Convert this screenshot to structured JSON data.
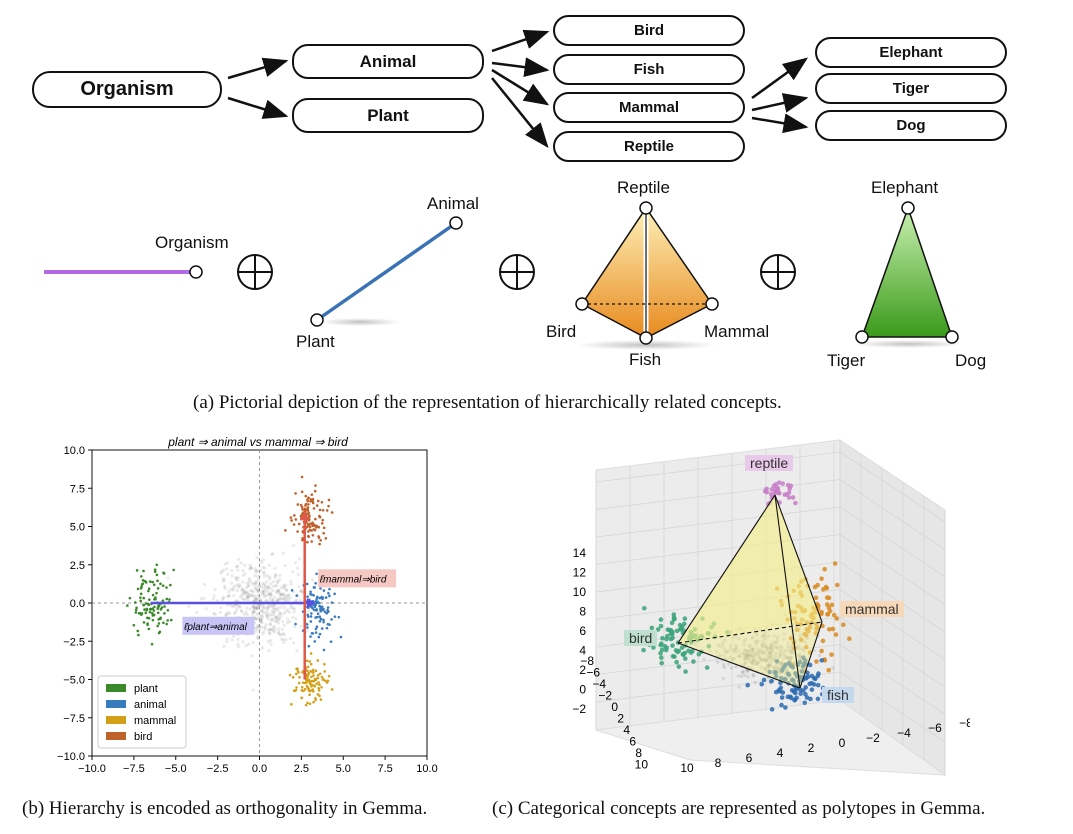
{
  "tree": {
    "root": "Organism",
    "level1": [
      "Animal",
      "Plant"
    ],
    "level2": [
      "Bird",
      "Fish",
      "Mammal",
      "Reptile"
    ],
    "level3": [
      "Elephant",
      "Tiger",
      "Dog"
    ]
  },
  "pictorial": {
    "organism": "Organism",
    "animal": "Animal",
    "plant": "Plant",
    "reptile": "Reptile",
    "bird": "Bird",
    "fish": "Fish",
    "mammal": "Mammal",
    "elephant": "Elephant",
    "tiger": "Tiger",
    "dog": "Dog",
    "oplus": "⊕"
  },
  "captions": {
    "a": "(a) Pictorial depiction of the representation of hierarchically related concepts.",
    "b": "(b) Hierarchy is encoded as orthogonality in Gemma.",
    "c": "(c) Categorical concepts are represented as polytopes in Gemma."
  },
  "chart_data": [
    {
      "type": "scatter",
      "title": "plant ⇒ animal vs mammal ⇒ bird",
      "xlim": [
        -10,
        10
      ],
      "ylim": [
        -10,
        10
      ],
      "xticks": [
        "−10.0",
        "−7.5",
        "−5.0",
        "−2.5",
        "0.0",
        "2.5",
        "5.0",
        "7.5",
        "10.0"
      ],
      "yticks": [
        "10.0",
        "7.5",
        "5.0",
        "2.5",
        "0.0",
        "−2.5",
        "−5.0",
        "−7.5",
        "−10.0"
      ],
      "legend_position": "lower-left",
      "series": [
        {
          "name": "plant",
          "color": "#3a8a2a",
          "center": [
            -6.5,
            0.0
          ],
          "spread": [
            0.9,
            1.5
          ]
        },
        {
          "name": "animal",
          "color": "#3a7bbf",
          "center": [
            3.5,
            -0.2
          ],
          "spread": [
            0.9,
            1.5
          ]
        },
        {
          "name": "mammal",
          "color": "#d4a017",
          "center": [
            3.0,
            -5.2
          ],
          "spread": [
            0.8,
            1.1
          ]
        },
        {
          "name": "bird",
          "color": "#c0602a",
          "center": [
            3.0,
            5.5
          ],
          "spread": [
            0.8,
            1.2
          ]
        }
      ],
      "arrows": [
        {
          "label": "ℓ̄plant⇒animal",
          "from": [
            -6.5,
            0.0
          ],
          "to": [
            3.0,
            0.0
          ],
          "color": "#5b4fe0"
        },
        {
          "label": "ℓ̄mammal⇒bird",
          "from": [
            2.7,
            -5.0
          ],
          "to": [
            2.7,
            5.6
          ],
          "color": "#e0584a"
        }
      ],
      "annotations": [
        "ℓ̄plant⇒animal",
        "ℓ̄mammal⇒bird"
      ],
      "axis_lines": {
        "x": 0,
        "y": 0,
        "style": "dashed"
      },
      "grid": false
    },
    {
      "type": "scatter",
      "chart_kind": "3d-scatter",
      "ztick_labels": [
        "−2",
        "0",
        "2",
        "4",
        "6",
        "8",
        "10",
        "12",
        "14"
      ],
      "x_tick_labels": [
        "−8",
        "−6",
        "−4",
        "−2",
        "0",
        "2",
        "4",
        "6",
        "8",
        "10"
      ],
      "y_tick_labels": [
        "10",
        "8",
        "6",
        "4",
        "2",
        "0",
        "−2",
        "−4",
        "−6",
        "−8"
      ],
      "categories": [
        "reptile",
        "bird",
        "mammal",
        "fish"
      ],
      "series": [
        {
          "name": "reptile",
          "color": "#c77dc7"
        },
        {
          "name": "bird",
          "color": "#3aa37a"
        },
        {
          "name": "mammal",
          "color": "#d98a1e"
        },
        {
          "name": "fish",
          "color": "#2a6ab0"
        }
      ],
      "shape": "tetrahedron (polytope)",
      "grid": true
    }
  ]
}
